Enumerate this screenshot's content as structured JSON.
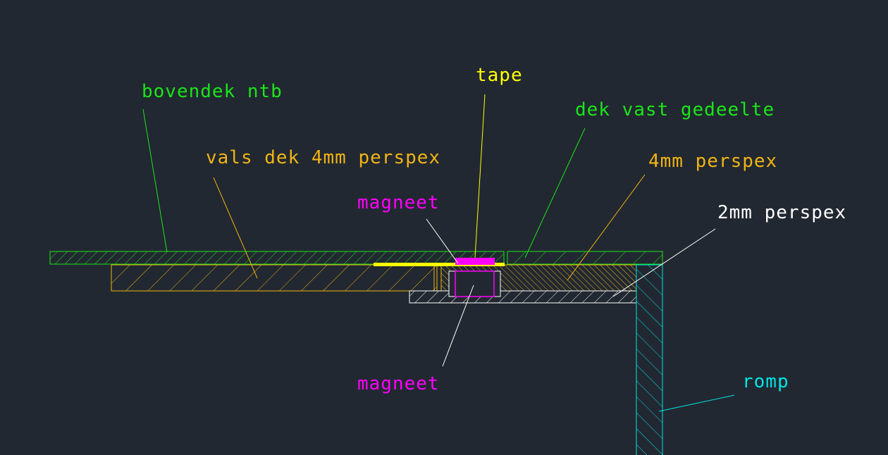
{
  "labels": {
    "bovendek": "bovendek ntb",
    "vals_dek": "vals dek 4mm perspex",
    "tape": "tape",
    "dek_vast": "dek vast gedeelte",
    "perspex_4mm": "4mm perspex",
    "magneet_top": "magneet",
    "perspex_2mm": "2mm perspex",
    "magneet_bottom": "magneet",
    "romp": "romp"
  },
  "colors": {
    "background": "#222831",
    "green": "#19e619",
    "orange": "#f0b414",
    "yellow": "#ffff00",
    "magenta": "#ff00ff",
    "white": "#ffffff",
    "cyan": "#00e6e6"
  }
}
